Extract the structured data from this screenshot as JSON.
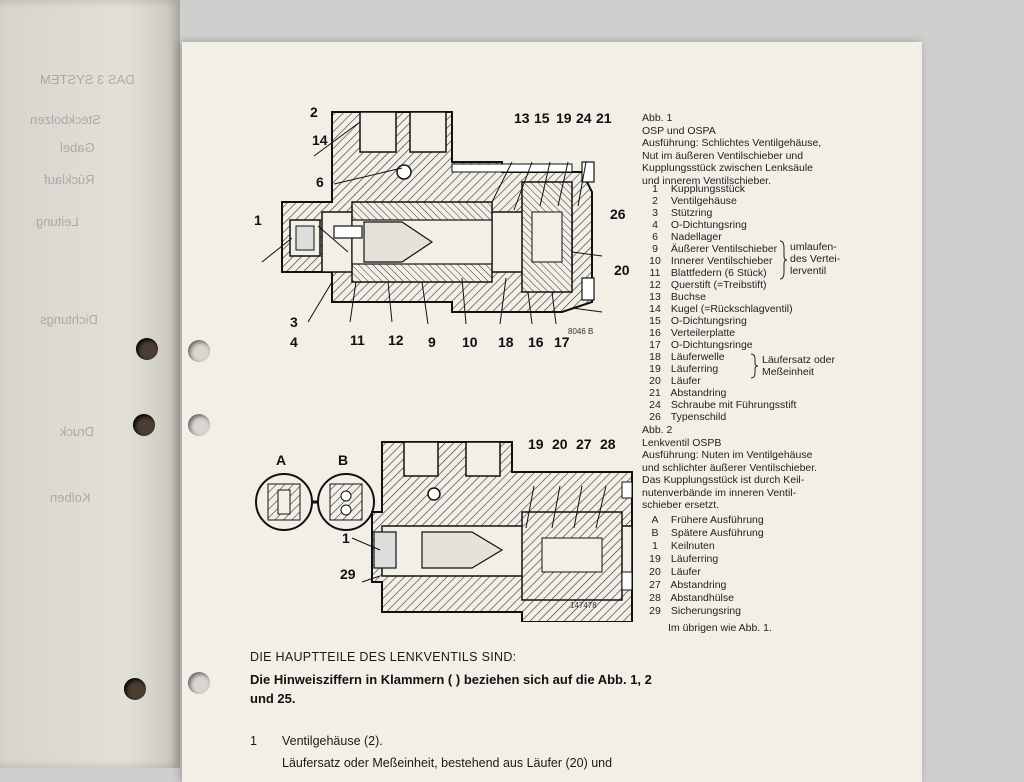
{
  "left_page": {
    "ghost_lines": [
      "DAS 3 SYSTEM",
      "Steckbolzen",
      "Gabel",
      "Rücklauf",
      "Leitung",
      "Dichtungs",
      "Druck",
      "Kolben"
    ]
  },
  "figure1": {
    "diagram_code": "8046 B",
    "callouts": [
      "1",
      "2",
      "14",
      "6",
      "13",
      "15",
      "19",
      "24",
      "21",
      "26",
      "20",
      "3",
      "4",
      "11",
      "12",
      "9",
      "10",
      "18",
      "16",
      "17"
    ],
    "caption": [
      "Abb. 1",
      "OSP und OSPA",
      "Ausführung: Schlichtes Ventilgehäuse,",
      "Nut im äußeren Ventilschieber und",
      "Kupplungsstück zwischen Lenksäule",
      "und innerem Ventilschieber."
    ],
    "legend": [
      {
        "n": "1",
        "t": "Kupplungsstück"
      },
      {
        "n": "2",
        "t": "Ventilgehäuse"
      },
      {
        "n": "3",
        "t": "Stützring"
      },
      {
        "n": "4",
        "t": "O-Dichtungsring"
      },
      {
        "n": "6",
        "t": "Nadellager"
      },
      {
        "n": "9",
        "t": "Äußerer Ventilschieber"
      },
      {
        "n": "10",
        "t": "Innerer Ventilschieber"
      },
      {
        "n": "11",
        "t": "Blattfedern (6 Stück)"
      },
      {
        "n": "12",
        "t": "Querstift (=Treibstift)"
      },
      {
        "n": "13",
        "t": "Buchse"
      },
      {
        "n": "14",
        "t": "Kugel (=Rückschlagventil)"
      },
      {
        "n": "15",
        "t": "O-Dichtungsring"
      },
      {
        "n": "16",
        "t": "Verteilerplatte"
      },
      {
        "n": "17",
        "t": "O-Dichtungsringe"
      },
      {
        "n": "18",
        "t": "Läuferwelle"
      },
      {
        "n": "19",
        "t": "Läuferring"
      },
      {
        "n": "20",
        "t": "Läufer"
      },
      {
        "n": "21",
        "t": "Abstandring"
      },
      {
        "n": "24",
        "t": "Schraube mit Führungsstift"
      },
      {
        "n": "26",
        "t": "Typenschild"
      }
    ],
    "brace1": [
      "umlaufen-",
      "des Vertei-",
      "lerventil"
    ],
    "brace2": [
      "Läufersatz oder",
      "Meßeinheit"
    ]
  },
  "figure2": {
    "diagram_code": "147478",
    "callouts": [
      "A",
      "B",
      "19",
      "20",
      "27",
      "28",
      "1",
      "29"
    ],
    "caption": [
      "Abb. 2",
      "Lenkventil OSPB",
      "Ausführung: Nuten im Ventilgehäuse",
      "und schlichter äußerer Ventilschieber.",
      "Das Kupplungsstück ist durch Keil-",
      "nutenverbände im inneren Ventil-",
      "schieber ersetzt."
    ],
    "legend": [
      {
        "n": "A",
        "t": "Frühere Ausführung"
      },
      {
        "n": "B",
        "t": "Spätere Ausführung"
      },
      {
        "n": "1",
        "t": "Keilnuten"
      },
      {
        "n": "19",
        "t": "Läuferring"
      },
      {
        "n": "20",
        "t": "Läufer"
      },
      {
        "n": "27",
        "t": "Abstandring"
      },
      {
        "n": "28",
        "t": "Abstandhülse"
      },
      {
        "n": "29",
        "t": "Sicherungsring"
      }
    ],
    "footer": "Im übrigen wie Abb. 1."
  },
  "body": {
    "heading": "DIE HAUPTTEILE DES LENKVENTILS SIND:",
    "note_line1": "Die Hinweisziffern in Klammern ( ) beziehen sich auf die Abb. 1, 2",
    "note_line2": "und 25.",
    "item1_num": "1",
    "item1_text": "Ventilgehäuse (2).",
    "item2_text": "Läufersatz oder Meßeinheit, bestehend aus Läufer (20) und"
  }
}
